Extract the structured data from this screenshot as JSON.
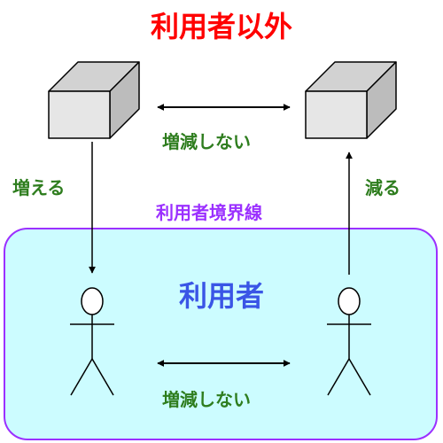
{
  "outside_title": "利用者以外",
  "boundary_label": "利用者境界線",
  "users_label": "利用者",
  "no_change_top": "増減しない",
  "no_change_bottom": "増減しない",
  "increase_label": "増える",
  "decrease_label": "減る",
  "colors": {
    "title": "#ff0000",
    "users": "#3a55e6",
    "boundary_text": "#9b30ff",
    "boundary_stroke": "#9b30ff",
    "boundary_fill": "#ccfcff",
    "green_text": "#2e7d1e",
    "box_front": "#e6e6e6",
    "box_top": "#d2d2d2",
    "box_side": "#bcbcbc"
  }
}
